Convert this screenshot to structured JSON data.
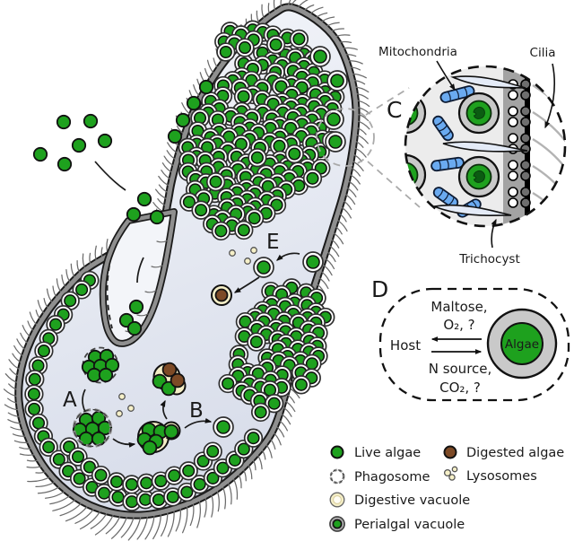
{
  "sections": {
    "a": "A",
    "b": "B",
    "c": "C",
    "d": "D",
    "e": "E"
  },
  "inset": {
    "mitochondria": "Mitochondria",
    "cilia": "Cilia",
    "trichocyst": "Trichocyst"
  },
  "exchange": {
    "top1": "Maltose,",
    "top2": "O₂, ?",
    "host": "Host",
    "bottom1": "N source,",
    "bottom2": "CO₂, ?",
    "algae": "Algae"
  },
  "legend": {
    "items": [
      {
        "icon": "live-algae-icon",
        "label": "Live algae"
      },
      {
        "icon": "phagosome-icon",
        "label": "Phagosome"
      },
      {
        "icon": "digestive-vacuole-icon",
        "label": "Digestive vacuole"
      },
      {
        "icon": "perialgal-vacuole-icon",
        "label": "Perialgal vacuole"
      },
      {
        "icon": "digested-algae-icon",
        "label": "Digested algae"
      },
      {
        "icon": "lysosomes-icon",
        "label": "Lysosomes"
      }
    ]
  },
  "colors": {
    "algae_green": "#1ea11e",
    "digested_brown": "#7d4a26",
    "mitochondria_blue": "#6aaaf0",
    "vacuole_cream": "#f4eec6",
    "membrane_gray": "#8f8f8f"
  }
}
